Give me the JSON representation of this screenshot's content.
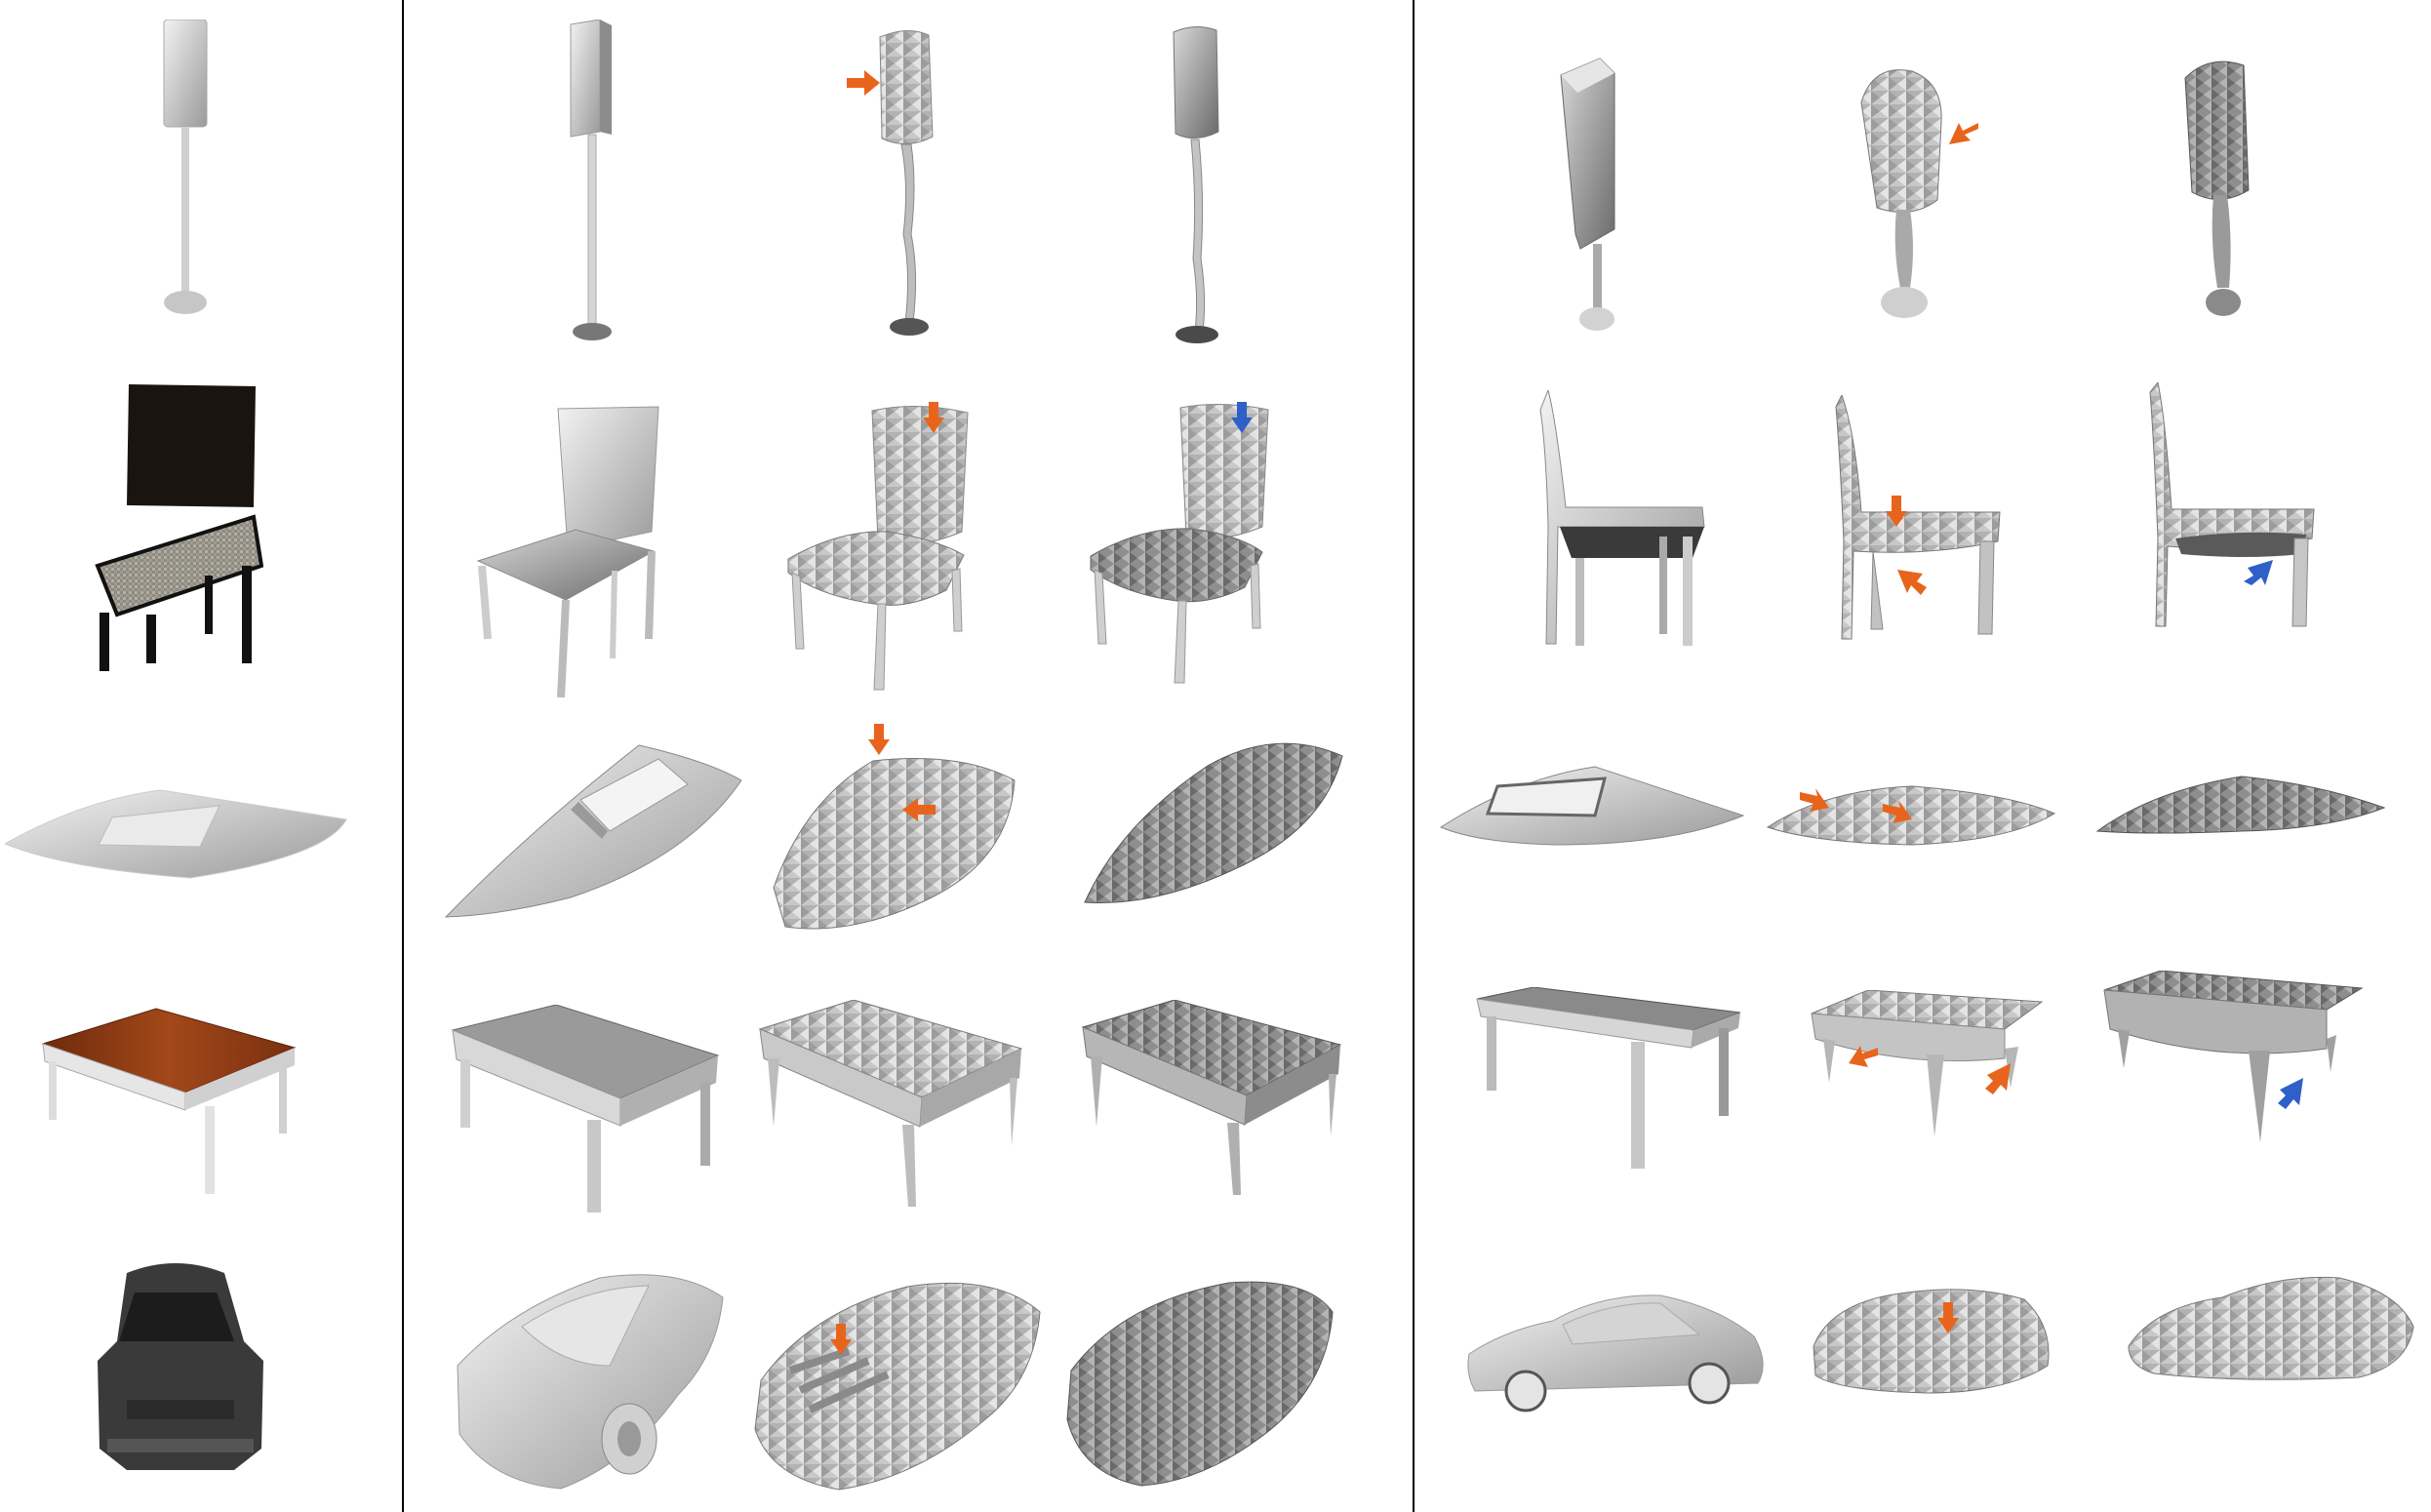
{
  "figure": {
    "panels": [
      {
        "name": "input-images",
        "rows": [
          "lamp",
          "chair",
          "boat",
          "table",
          "car"
        ]
      },
      {
        "name": "view-1",
        "columns": [
          "ground-truth",
          "baseline",
          "ours"
        ],
        "rows": [
          "lamp",
          "chair",
          "boat",
          "table",
          "car"
        ]
      },
      {
        "name": "view-2",
        "columns": [
          "ground-truth",
          "baseline",
          "ours"
        ],
        "rows": [
          "lamp",
          "chair",
          "boat",
          "table",
          "car"
        ]
      }
    ],
    "colors": {
      "orange_arrow": "#e8641c",
      "blue_arrow": "#2f5fc8",
      "mesh_light": "#d9d9d9",
      "mesh_mid": "#a8a8a8",
      "mesh_dark": "#6e6e6e",
      "chair_dark": "#1a1410",
      "table_wood": "#8a3a14"
    }
  }
}
